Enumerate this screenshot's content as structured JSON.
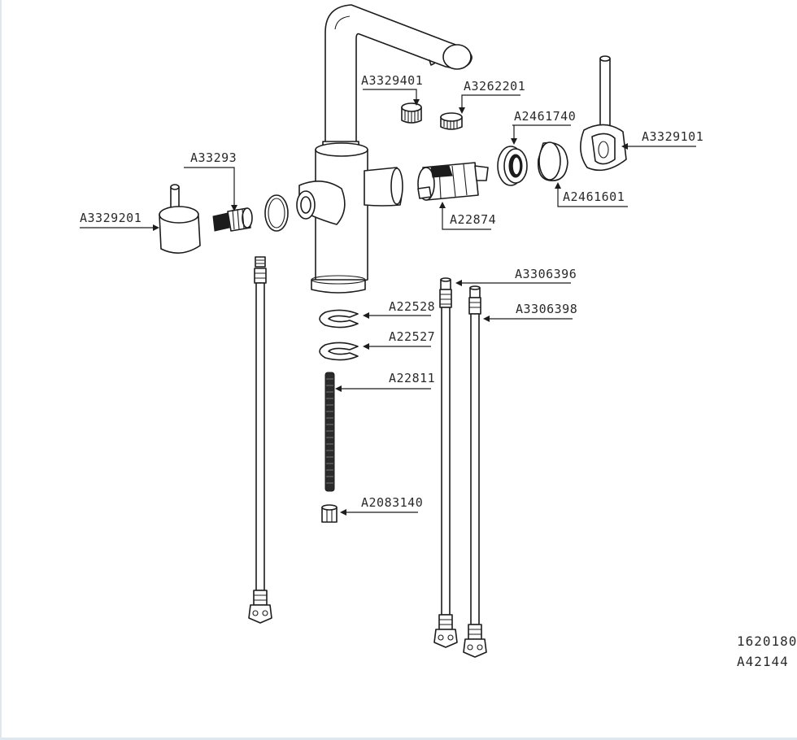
{
  "parts": {
    "a3329401": "A3329401",
    "a3262201": "A3262201",
    "a2461740": "A2461740",
    "a3329101": "A3329101",
    "a33293": "A33293",
    "a3329201": "A3329201",
    "a22874": "A22874",
    "a2461601": "A2461601",
    "a3306396": "A3306396",
    "a3306398": "A3306398",
    "a22528": "A22528",
    "a22527": "A22527",
    "a22811": "A22811",
    "a2083140": "A2083140"
  },
  "document": {
    "drawing_number": "1620180",
    "assembly_code": "A42144"
  }
}
